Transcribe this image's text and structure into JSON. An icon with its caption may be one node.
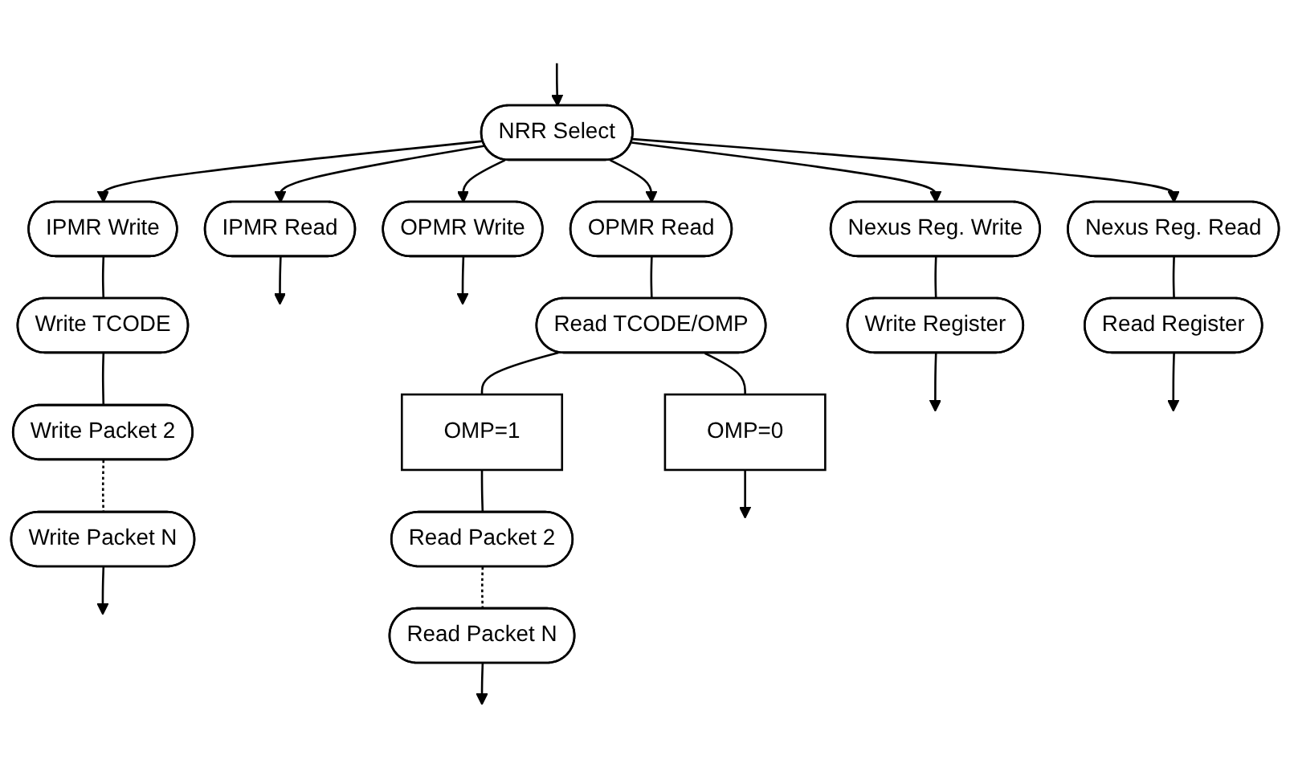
{
  "diagram": {
    "nodes": [
      {
        "text": [
          "NRR Select"
        ]
      },
      {
        "text": [
          "IPMR Write"
        ]
      },
      {
        "text": [
          "Write TCODE"
        ]
      },
      {
        "text": [
          "Write Packet 2"
        ]
      },
      {
        "text": [
          "Write Packet N"
        ]
      },
      {
        "text": [
          "IPMR Read"
        ]
      },
      {
        "text": [
          "OPMR Write"
        ]
      },
      {
        "text": [
          "OPMR Read"
        ]
      },
      {
        "text": [
          "Read TCODE/OMP"
        ]
      },
      {
        "text": [
          "OMP=1"
        ]
      },
      {
        "text": [
          "OMP=0"
        ]
      },
      {
        "text": [
          "Read Packet 2"
        ]
      },
      {
        "text": [
          "Read Packet N"
        ]
      },
      {
        "text": [
          "Nexus Reg. Write"
        ]
      },
      {
        "text": [
          "Write Register"
        ]
      },
      {
        "text": [
          "Nexus Reg. Read"
        ]
      },
      {
        "text": [
          "Read Register"
        ]
      }
    ],
    "edges": [
      {
        "from": null,
        "to": 0,
        "arrow": "to"
      },
      {
        "from": 0,
        "to": 1,
        "arrow": "to"
      },
      {
        "from": 0,
        "to": 5,
        "arrow": "to"
      },
      {
        "from": 0,
        "to": 6,
        "arrow": "to"
      },
      {
        "from": 0,
        "to": 7,
        "arrow": "to"
      },
      {
        "from": 0,
        "to": 13,
        "arrow": "to"
      },
      {
        "from": 0,
        "to": 15,
        "arrow": "to"
      },
      {
        "from": 1,
        "to": 2,
        "arrow": "none"
      },
      {
        "from": 2,
        "to": 3,
        "arrow": "none"
      },
      {
        "from": 3,
        "to": 4,
        "arrow": "none",
        "style": "dashed"
      },
      {
        "from": 4,
        "to": null,
        "arrow": "to"
      },
      {
        "from": 5,
        "to": null,
        "arrow": "to"
      },
      {
        "from": 6,
        "to": null,
        "arrow": "to"
      },
      {
        "from": 7,
        "to": 8,
        "arrow": "none"
      },
      {
        "from": 8,
        "to": 9,
        "arrow": "none"
      },
      {
        "from": 8,
        "to": 10,
        "arrow": "none"
      },
      {
        "from": 9,
        "to": 11,
        "arrow": "none"
      },
      {
        "from": 11,
        "to": 12,
        "arrow": "none",
        "style": "dashed"
      },
      {
        "from": 12,
        "to": null,
        "arrow": "to"
      },
      {
        "from": 10,
        "to": null,
        "arrow": "to"
      },
      {
        "from": 13,
        "to": 14,
        "arrow": "none"
      },
      {
        "from": 14,
        "to": null,
        "arrow": "to"
      },
      {
        "from": 15,
        "to": 16,
        "arrow": "none"
      },
      {
        "from": 16,
        "to": null,
        "arrow": "to"
      }
    ]
  }
}
